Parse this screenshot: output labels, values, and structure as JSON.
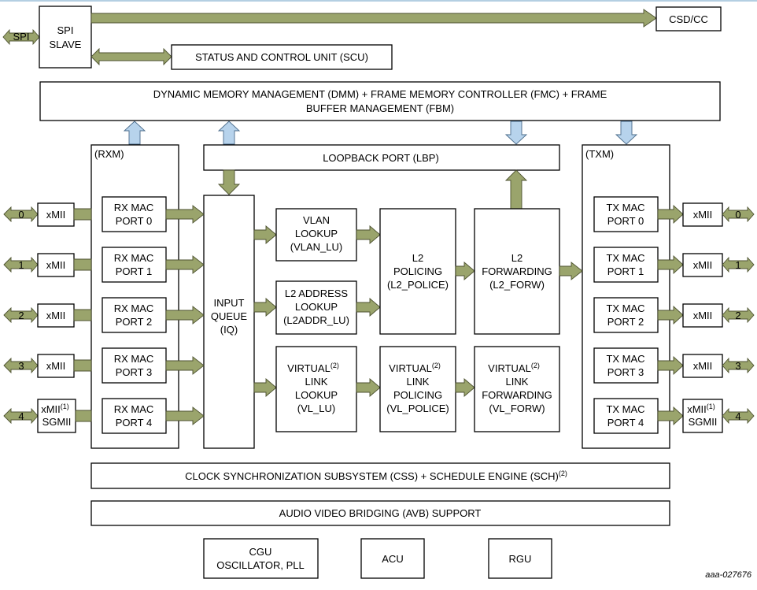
{
  "colors": {
    "olive_arrow": "#9aa46c",
    "blue_arrow": "#b7d3ec",
    "box_stroke": "#000000",
    "top_rule": "#9bbfd9"
  },
  "spi": {
    "tag": "SPI",
    "slave_l1": "SPI",
    "slave_l2": "SLAVE"
  },
  "csd": {
    "label": "CSD/CC"
  },
  "scu": {
    "label": "STATUS AND CONTROL UNIT (SCU)"
  },
  "dmm": {
    "line1": "DYNAMIC MEMORY MANAGEMENT (DMM)  + FRAME MEMORY CONTROLLER  (FMC) + FRAME",
    "line2": "BUFFER MANAGEMENT (FBM)"
  },
  "rxm": {
    "label": "(RXM)"
  },
  "txm": {
    "label": "(TXM)"
  },
  "lbp": {
    "label": "LOOPBACK PORT (LBP)"
  },
  "iq": {
    "l1": "INPUT",
    "l2": "QUEUE",
    "l3": "(IQ)"
  },
  "vlan": {
    "l1": "VLAN",
    "l2": "LOOKUP",
    "l3": "(VLAN_LU)"
  },
  "l2addr": {
    "l1": "L2 ADDRESS",
    "l2": "LOOKUP",
    "l3": "(L2ADDR_LU)"
  },
  "vl_lookup": {
    "l1": "VIRTUAL",
    "sup": "(2)",
    "l2": "LINK",
    "l3": "LOOKUP",
    "l4": "(VL_LU)"
  },
  "l2_police": {
    "l1": "L2",
    "l2": "POLICING",
    "l3": "(L2_POLICE)"
  },
  "vl_police": {
    "l1": "VIRTUAL",
    "sup": "(2)",
    "l2": "LINK",
    "l3": "POLICING",
    "l4": "(VL_POLICE)"
  },
  "l2_forw": {
    "l1": "L2",
    "l2": "FORWARDING",
    "l3": "(L2_FORW)"
  },
  "vl_forw": {
    "l1": "VIRTUAL",
    "sup": "(2)",
    "l2": "LINK",
    "l3": "FORWARDING",
    "l4": "(VL_FORW)"
  },
  "ports": [
    {
      "num": "0",
      "xmii": "xMII",
      "rx_l1": "RX MAC",
      "rx_l2": "PORT 0",
      "tx_l1": "TX MAC",
      "tx_l2": "PORT 0"
    },
    {
      "num": "1",
      "xmii": "xMII",
      "rx_l1": "RX MAC",
      "rx_l2": "PORT 1",
      "tx_l1": "TX MAC",
      "tx_l2": "PORT 1"
    },
    {
      "num": "2",
      "xmii": "xMII",
      "rx_l1": "RX MAC",
      "rx_l2": "PORT 2",
      "tx_l1": "TX MAC",
      "tx_l2": "PORT 2"
    },
    {
      "num": "3",
      "xmii": "xMII",
      "rx_l1": "RX MAC",
      "rx_l2": "PORT 3",
      "tx_l1": "TX MAC",
      "tx_l2": "PORT 3"
    },
    {
      "num": "4",
      "xmii": "xMII",
      "xmii_sup": "(1)",
      "sgmii": "SGMII",
      "rx_l1": "RX MAC",
      "rx_l2": "PORT 4",
      "tx_l1": "TX MAC",
      "tx_l2": "PORT 4"
    }
  ],
  "css": {
    "label": "CLOCK SYNCHRONIZATION SUBSYSTEM (CSS) + SCHEDULE ENGINE (SCH)",
    "sup": "(2)"
  },
  "avb": {
    "label": "AUDIO VIDEO BRIDGING (AVB) SUPPORT"
  },
  "cgu": {
    "l1": "CGU",
    "l2": "OSCILLATOR, PLL"
  },
  "acu": {
    "label": "ACU"
  },
  "rgu": {
    "label": "RGU"
  },
  "figure_id": "aaa-027676"
}
